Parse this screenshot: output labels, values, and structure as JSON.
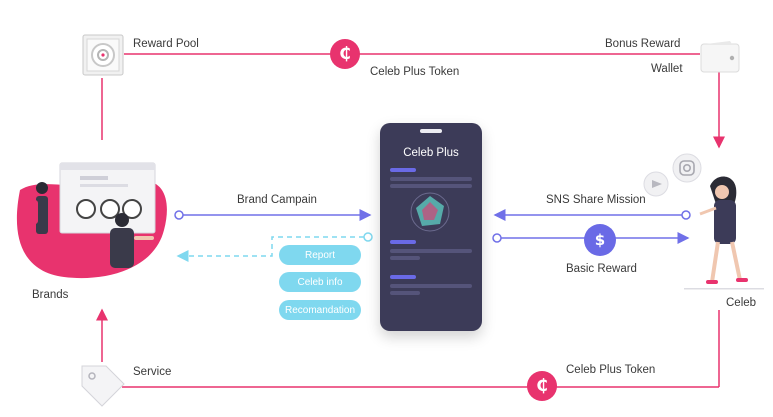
{
  "nodes": {
    "reward_pool": "Reward Pool",
    "bonus_reward": "Bonus Reward",
    "wallet": "Wallet",
    "brands": "Brands",
    "celeb": "Celeb",
    "service": "Service"
  },
  "flows": {
    "celeb_plus_token_top": "Celeb Plus Token",
    "celeb_plus_token_bottom": "Celeb Plus Token",
    "brand_campain": "Brand Campain",
    "sns_share_mission": "SNS Share Mission",
    "basic_reward": "Basic Reward"
  },
  "phone": {
    "title": "Celeb Plus"
  },
  "reports": [
    "Report",
    "Celeb info",
    "Recomandation"
  ],
  "symbols": {
    "token": "₵",
    "dollar": "$"
  },
  "colors": {
    "pink": "#e8336e",
    "purple": "#7070e8",
    "cyan": "#7fd8ef",
    "phone": "#3c3b58"
  }
}
